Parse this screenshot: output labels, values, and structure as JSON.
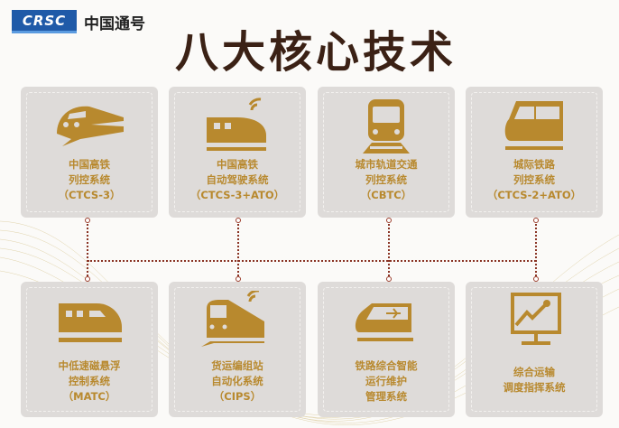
{
  "logo": {
    "brand": "CRSC",
    "name": "中国通号"
  },
  "title": "八大核心技术",
  "colors": {
    "gold": "#b8892e",
    "title": "#3b2115",
    "card": "#dedbd9",
    "connector": "#8a3425"
  },
  "cards": [
    {
      "icon": "high-speed-train-icon",
      "lines": [
        "中国高铁",
        "列控系统",
        "（CTCS-3）"
      ]
    },
    {
      "icon": "autonomous-train-icon",
      "lines": [
        "中国高铁",
        "自动驾驶系统",
        "（CTCS-3+ATO）"
      ]
    },
    {
      "icon": "metro-train-icon",
      "lines": [
        "城市轨道交通",
        "列控系统",
        "（CBTC）"
      ]
    },
    {
      "icon": "intercity-train-icon",
      "lines": [
        "城际铁路",
        "列控系统",
        "（CTCS-2+ATO）"
      ]
    },
    {
      "icon": "maglev-train-icon",
      "lines": [
        "中低速磁悬浮",
        "控制系统",
        "（MATC）"
      ]
    },
    {
      "icon": "freight-train-icon",
      "lines": [
        "货运编组站",
        "自动化系统",
        "（CIPS）"
      ]
    },
    {
      "icon": "maintenance-train-icon",
      "lines": [
        "铁路综合智能",
        "运行维护",
        "管理系统"
      ]
    },
    {
      "icon": "dispatch-monitor-icon",
      "lines": [
        "综合运输",
        "调度指挥系统"
      ]
    }
  ]
}
